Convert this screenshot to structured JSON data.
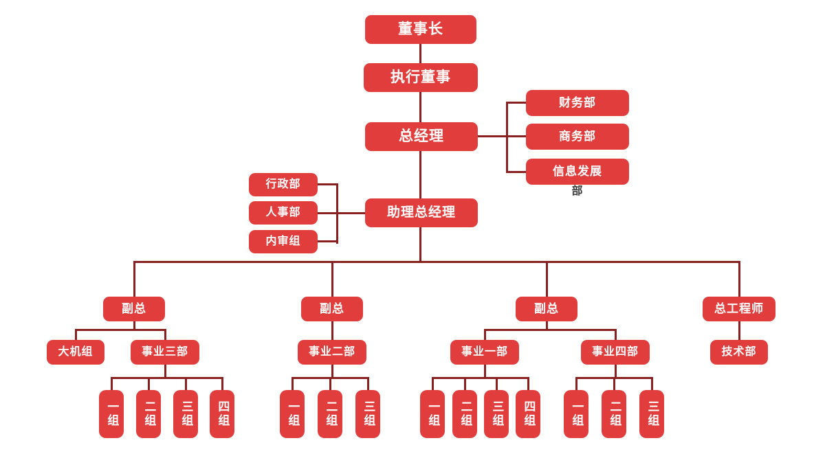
{
  "org_chart": {
    "colors": {
      "node_fill": "#e23d3d",
      "node_text": "#ffffff",
      "connector": "#8a1f1f",
      "overflow_text": "#3b3b3b",
      "background": "#ffffff"
    },
    "nodes": {
      "chairman": "董事长",
      "executive_director": "执行董事",
      "general_manager": "总经理",
      "finance_dept": "财务部",
      "commerce_dept": "商务部",
      "info_dev_dept_line1": "信息发展",
      "info_dev_dept_line2": "部",
      "admin_dept": "行政部",
      "hr_dept": "人事部",
      "internal_audit_group": "内审组",
      "assistant_gm": "助理总经理",
      "deputy_gm_1": "副总",
      "deputy_gm_2": "副总",
      "deputy_gm_3": "副总",
      "chief_engineer": "总工程师",
      "large_unit_group": "大机组",
      "division_3": "事业三部",
      "division_2": "事业二部",
      "division_1": "事业一部",
      "division_4": "事业四部",
      "tech_dept": "技术部"
    },
    "groups": {
      "division_3": [
        "一组",
        "二组",
        "三组",
        "四组"
      ],
      "division_2": [
        "一组",
        "二组",
        "三组"
      ],
      "division_1": [
        "一组",
        "二组",
        "三组",
        "四组"
      ],
      "division_4": [
        "一组",
        "二组",
        "三组"
      ]
    }
  }
}
